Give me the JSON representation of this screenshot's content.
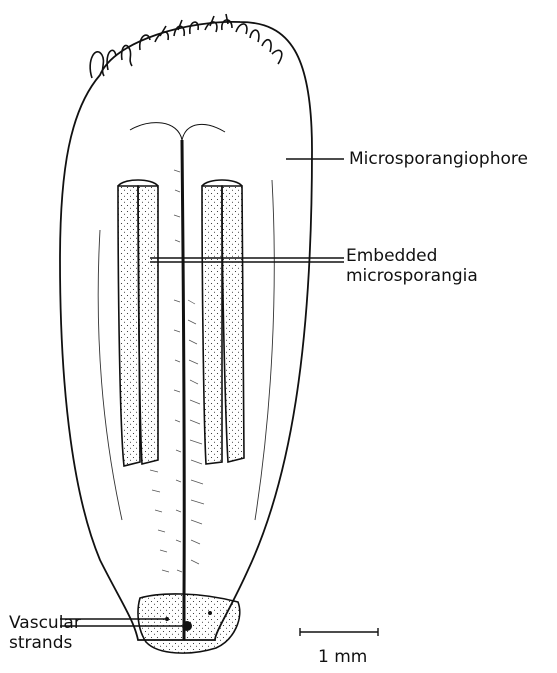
{
  "figure": {
    "labels": {
      "microsporangiophore": "Microsporangiophore",
      "embedded_line1": "Embedded",
      "embedded_line2": "microsporangia",
      "vascular_line1": "Vascular",
      "vascular_line2": "strands",
      "scale_bar": "1 mm"
    },
    "colors": {
      "ink": "#111111",
      "paper": "#ffffff"
    }
  }
}
